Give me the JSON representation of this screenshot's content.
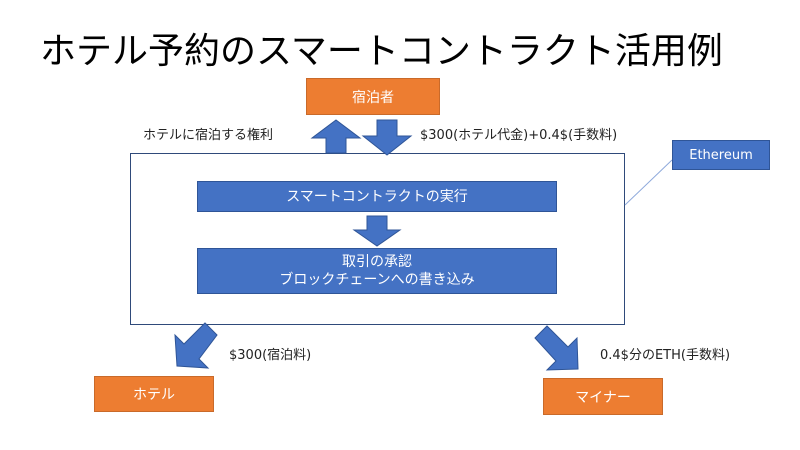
{
  "title": "ホテル予約のスマートコントラクト活用例",
  "nodes": {
    "guest": "宿泊者",
    "hotel": "ホテル",
    "miner": "マイナー",
    "ethereum": "Ethereum",
    "execute": "スマートコントラクトの実行",
    "approve_line1": "取引の承認",
    "approve_line2": "ブロックチェーンへの書き込み"
  },
  "labels": {
    "right_to_stay": "ホテルに宿泊する権利",
    "payment": "$300(ホテル代金)+0.4$(手数料)",
    "hotel_fee": "$300(宿泊料)",
    "miner_fee": "0.4$分のETH(手数料)"
  },
  "colors": {
    "orange": "#ED7D31",
    "blue": "#4472C4",
    "blue_border": "#2F5597"
  }
}
